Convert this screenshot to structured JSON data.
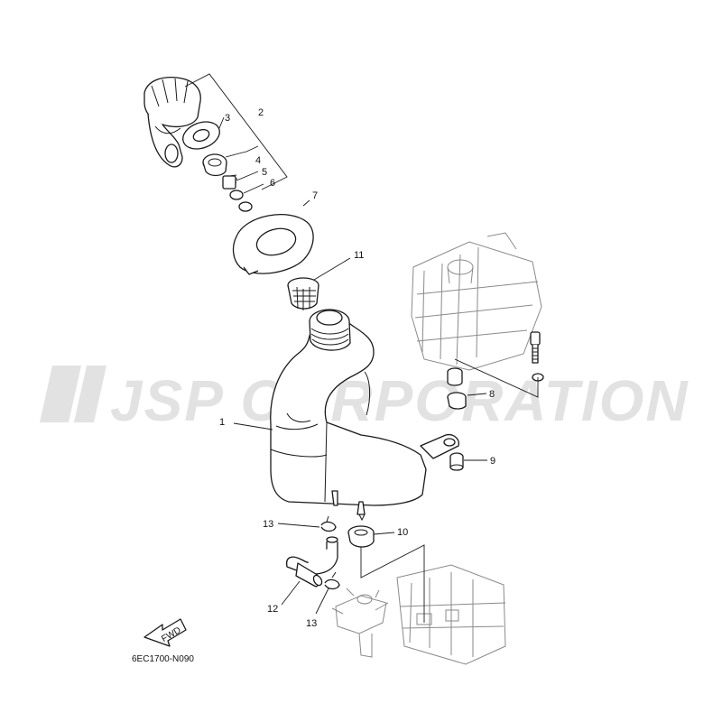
{
  "watermark": {
    "text": "JSP CORPORATION",
    "color": "#e2e2e2"
  },
  "callouts": {
    "c1": "1",
    "c2": "2",
    "c3": "3",
    "c4": "4",
    "c5": "5",
    "c6": "6",
    "c7": "7",
    "c8": "8",
    "c9": "9",
    "c10": "10",
    "c11": "11",
    "c12": "12",
    "c13a": "13",
    "c13b": "13"
  },
  "direction_badge": "FWD",
  "diagram_code": "6EC1700-N090",
  "colors": {
    "line": "#1a1a1a",
    "background": "#ffffff"
  }
}
